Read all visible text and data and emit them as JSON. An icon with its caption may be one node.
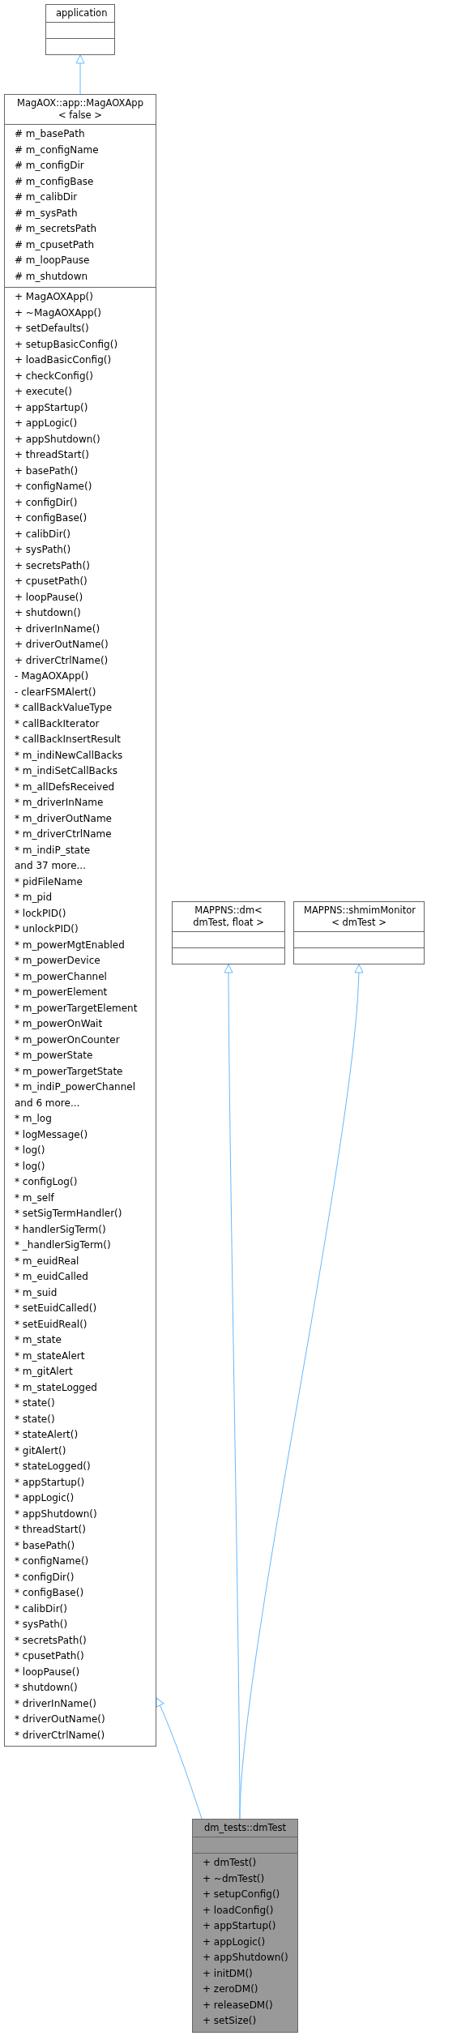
{
  "diagram": {
    "nodes": [
      {
        "text": [
          "application"
        ]
      },
      {
        "text": [],
        "shape": "box",
        "in": 0
      },
      {
        "text": [],
        "shape": "box",
        "in": 0
      },
      {
        "text": [
          "MagAOX::app::MagAOXApp < false >"
        ]
      },
      {
        "text": [
          "# m_basePath",
          "# m_configName",
          "# m_configDir",
          "# m_configBase",
          "# m_calibDir",
          "# m_sysPath",
          "# m_secretsPath",
          "# m_cpusetPath",
          "# m_loopPause",
          "# m_shutdown"
        ],
        "in": 3
      },
      {
        "text": [
          "+ MagAOXApp()",
          "+ ~MagAOXApp()",
          "+ setDefaults()",
          "+ setupBasicConfig()",
          "+ loadBasicConfig()",
          "+ checkConfig()",
          "+ execute()",
          "+ appStartup()",
          "+ appLogic()",
          "+ appShutdown()",
          "+ threadStart()",
          "+ basePath()",
          "+ configName()",
          "+ configDir()",
          "+ configBase()",
          "+ calibDir()",
          "+ sysPath()",
          "+ secretsPath()",
          "+ cpusetPath()",
          "+ loopPause()",
          "+ shutdown()",
          "+ driverInName()",
          "+ driverOutName()",
          "+ driverCtrlName()",
          "- MagAOXApp()",
          "- clearFSMAlert()",
          "* callBackValueType",
          "* callBackIterator",
          "* callBackInsertResult",
          "* m_indiNewCallBacks",
          "* m_indiSetCallBacks",
          "* m_allDefsReceived",
          "* m_driverInName",
          "* m_driverOutName",
          "* m_driverCtrlName",
          "* m_indiP_state",
          "and 37 more...",
          "* pidFileName",
          "* m_pid",
          "* lockPID()",
          "* unlockPID()",
          "* m_powerMgtEnabled",
          "* m_powerDevice",
          "* m_powerChannel",
          "* m_powerElement",
          "* m_powerTargetElement",
          "* m_powerOnWait",
          "* m_powerOnCounter",
          "* m_powerState",
          "* m_powerTargetState",
          "* m_indiP_powerChannel",
          "and 6 more...",
          "* m_log",
          "* logMessage()",
          "* log()",
          "* log()",
          "* configLog()",
          "* m_self",
          "* setSigTermHandler()",
          "* handlerSigTerm()",
          "* _handlerSigTerm()",
          "* m_euidReal",
          "* m_euidCalled",
          "* m_suid",
          "* setEuidCalled()",
          "* setEuidReal()",
          "* m_state",
          "* m_stateAlert",
          "* m_gitAlert",
          "* m_stateLogged",
          "* state()",
          "* state()",
          "* stateAlert()",
          "* gitAlert()",
          "* stateLogged()",
          "* appStartup()",
          "* appLogic()",
          "* appShutdown()",
          "* threadStart()",
          "* basePath()",
          "* configName()",
          "* configDir()",
          "* configBase()",
          "* calibDir()",
          "* sysPath()",
          "* secretsPath()",
          "* cpusetPath()",
          "* loopPause()",
          "* shutdown()",
          "* driverInName()",
          "* driverOutName()",
          "* driverCtrlName()"
        ],
        "in": 3
      },
      {
        "text": [
          "MAPPNS::dm< dmTest, float >"
        ]
      },
      {
        "text": [],
        "shape": "box",
        "in": 6
      },
      {
        "text": [],
        "shape": "box",
        "in": 6
      },
      {
        "text": [
          "MAPPNS::shmimMonitor < dmTest >"
        ]
      },
      {
        "text": [],
        "shape": "box",
        "in": 9
      },
      {
        "text": [],
        "shape": "box",
        "in": 9
      },
      {
        "text": [
          "dm_tests::dmTest"
        ]
      },
      {
        "text": [],
        "shape": "box",
        "in": 12
      },
      {
        "text": [
          "+ dmTest()",
          "+ ~dmTest()",
          "+ setupConfig()",
          "+ loadConfig()",
          "+ appStartup()",
          "+ appLogic()",
          "+ appShutdown()",
          "+ initDM()",
          "+ zeroDM()",
          "+ releaseDM()",
          "+ setSize()"
        ],
        "in": 12
      }
    ],
    "edges": [
      {
        "from": 3,
        "to": 0,
        "arrow": "to"
      },
      {
        "from": 12,
        "to": 3,
        "arrow": "to"
      },
      {
        "from": 12,
        "to": 6,
        "arrow": "to"
      },
      {
        "from": 12,
        "to": 9,
        "arrow": "to"
      }
    ]
  }
}
